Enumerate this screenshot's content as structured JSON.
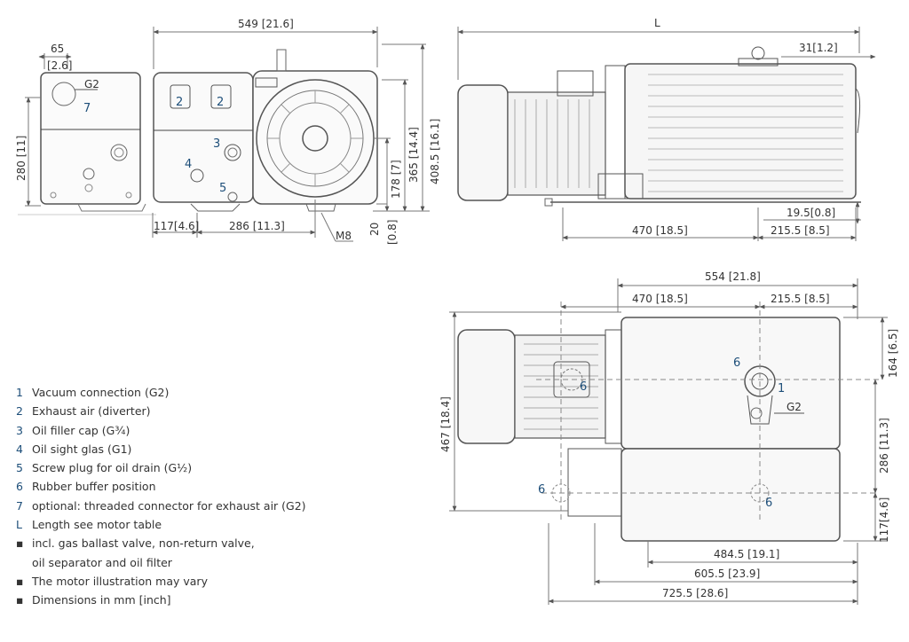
{
  "dimensions": {
    "side_left": {
      "w_top": "65",
      "w_top_in": "[2.6]",
      "height": "280 [11]"
    },
    "front": {
      "width": "549 [21.6]",
      "h1": "408.5 [16.1]",
      "h2": "365 [14.4]",
      "h3": "178 [7]",
      "base_h": "20",
      "base_h_in": "[0.8]",
      "b1": "117[4.6]",
      "b2": "286 [11.3]",
      "thread": "M8"
    },
    "side_right": {
      "length": "L",
      "top_off": "31[1.2]",
      "foot_h": "19.5[0.8]",
      "b1": "470 [18.5]",
      "b2": "215.5 [8.5]"
    },
    "top_view": {
      "total": "554 [21.8]",
      "t1": "470 [18.5]",
      "t2": "215.5 [8.5]",
      "height": "467 [18.4]",
      "r1": "164 [6.5]",
      "r2": "286 [11.3]",
      "r3": "117[4.6]",
      "b1": "484.5 [19.1]",
      "b2": "605.5 [23.9]",
      "b3": "725.5 [28.6]"
    }
  },
  "callouts": {
    "g2": "G2",
    "n1": "1",
    "n2": "2",
    "n3": "3",
    "n4": "4",
    "n5": "5",
    "n6": "6",
    "n7": "7"
  },
  "legend": [
    {
      "key": "1",
      "text": "Vacuum connection (G2)"
    },
    {
      "key": "2",
      "text": "Exhaust air (diverter)"
    },
    {
      "key": "3",
      "text": "Oil filler cap (G¾)"
    },
    {
      "key": "4",
      "text": "Oil sight glas (G1)"
    },
    {
      "key": "5",
      "text": "Screw plug for oil drain (G½)"
    },
    {
      "key": "6",
      "text": "Rubber buffer position"
    },
    {
      "key": "7",
      "text": "optional: threaded connector for exhaust air (G2)"
    },
    {
      "key": "L",
      "text": "Length see motor table"
    },
    {
      "key": "▪",
      "text": "incl. gas ballast valve, non-return valve,"
    },
    {
      "key": "",
      "text": "oil separator and oil filter"
    },
    {
      "key": "▪",
      "text": "The motor illustration may vary"
    },
    {
      "key": "▪",
      "text": "Dimensions in mm [inch]"
    }
  ]
}
